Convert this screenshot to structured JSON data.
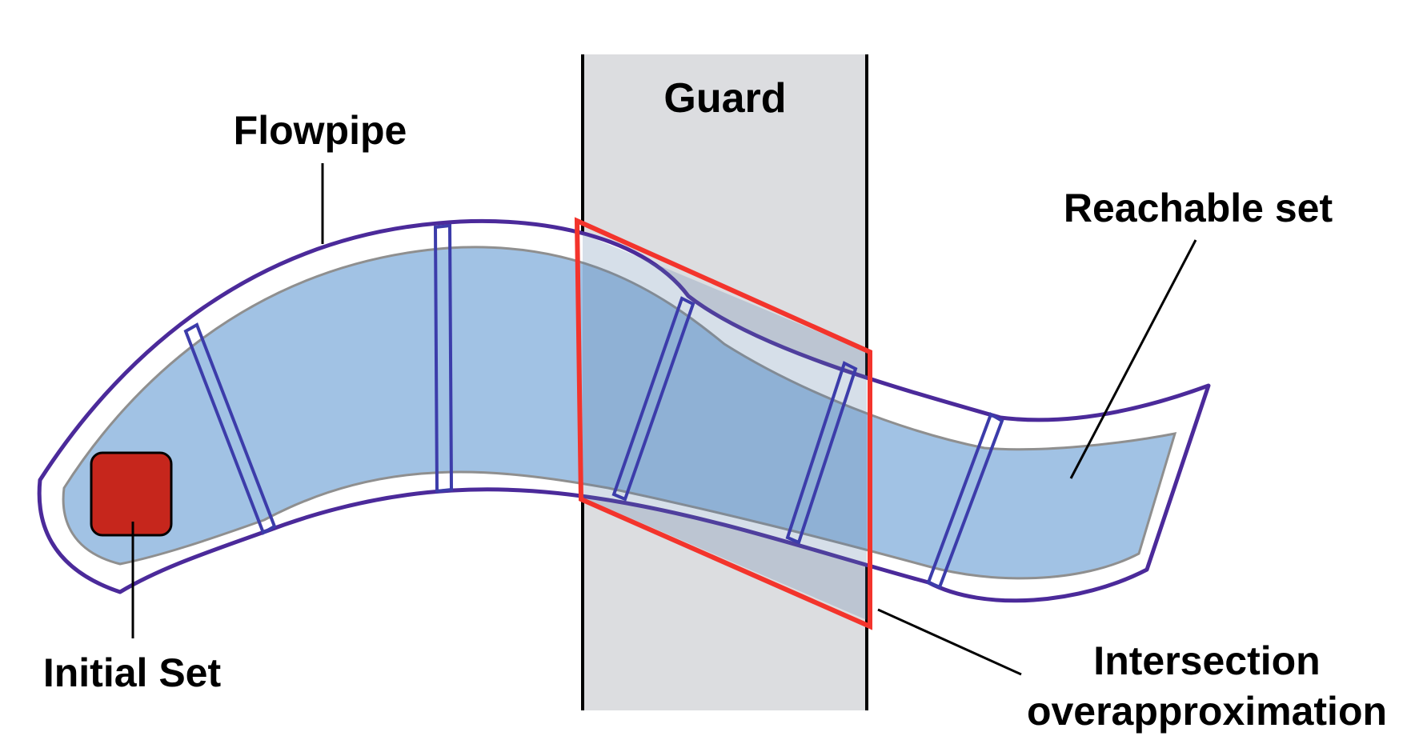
{
  "labels": {
    "guard": "Guard",
    "flowpipe": "Flowpipe",
    "reachable_set": "Reachable set",
    "initial_set": "Initial Set",
    "intersection_line1": "Intersection",
    "intersection_line2": "overapproximation"
  },
  "colors": {
    "guard_fill": "#dcdde0",
    "guard_border": "#000000",
    "flowpipe_stroke": "#4b2a9a",
    "reachable_fill": "#a1c2e4",
    "reachable_stroke": "#8f8f8f",
    "initial_set_fill": "#c6261c",
    "intersection_stroke": "#f3342c",
    "segment_stroke": "#3c3caa"
  }
}
